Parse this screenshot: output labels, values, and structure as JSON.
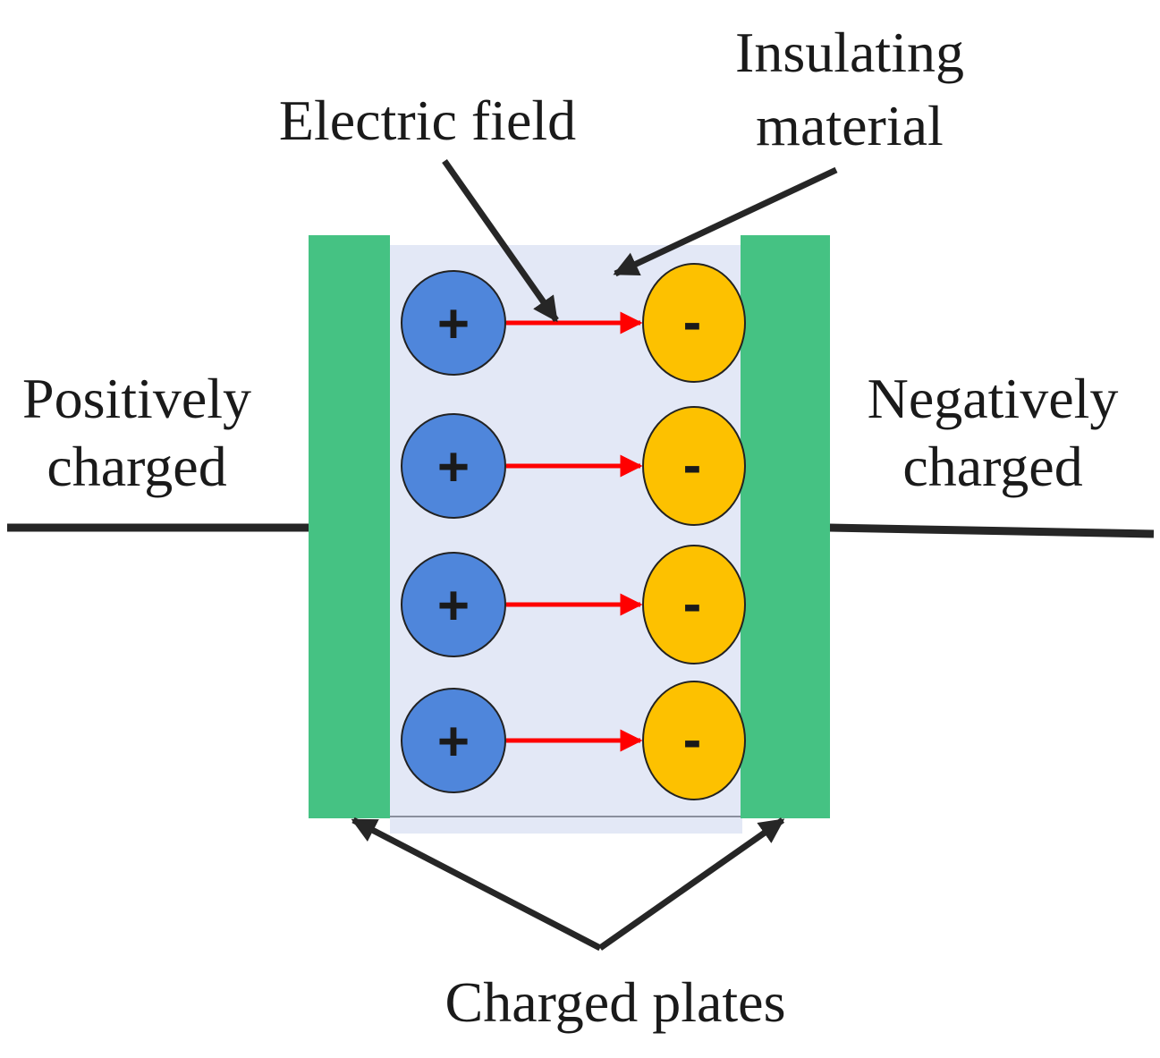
{
  "labels": {
    "electric_field": "Electric field",
    "insulating_line1": "Insulating",
    "insulating_line2": "material",
    "positive_line1": "Positively",
    "positive_line2": "charged",
    "negative_line1": "Negatively",
    "negative_line2": "charged",
    "charged_plates": "Charged plates"
  },
  "charge_signs": {
    "positive": "+",
    "negative": "-"
  },
  "charge_pair_count": 4,
  "colors": {
    "plate": "#45c283",
    "insulator": "#e3e8f6",
    "positive_charge": "#4f86db",
    "negative_charge": "#fdc100",
    "field_arrow": "#ff0000",
    "wire": "#262626",
    "pointer": "#262626"
  }
}
